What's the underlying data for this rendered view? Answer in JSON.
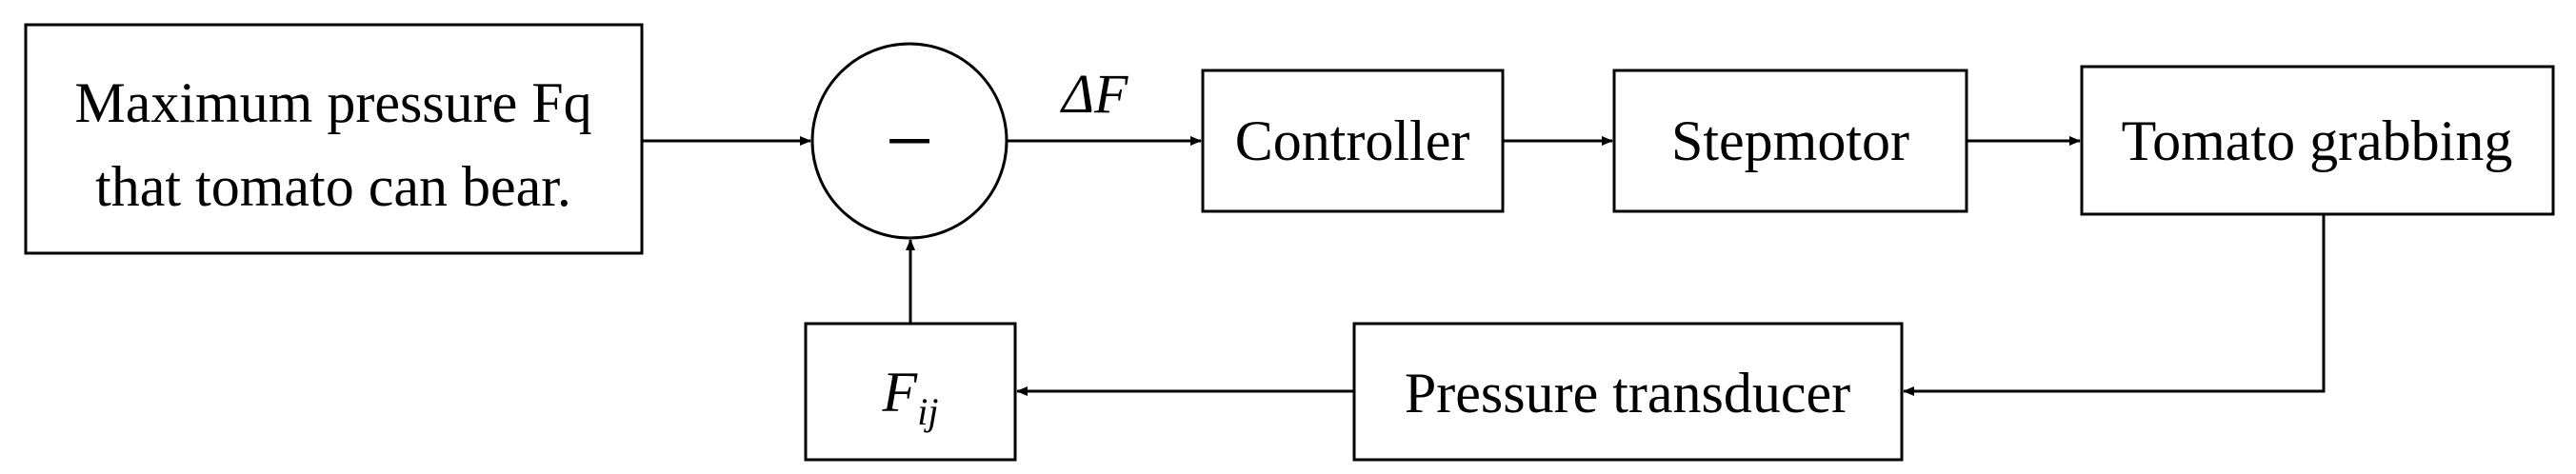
{
  "blocks": {
    "input": {
      "line1": "Maximum pressure Fq",
      "line2": "that tomato can bear."
    },
    "summing_junction": {
      "sign": "−"
    },
    "error_signal": "ΔF",
    "controller": "Controller",
    "stepmotor": "Stepmotor",
    "tomato_grabbing": "Tomato grabbing",
    "pressure_transducer": "Pressure transducer",
    "feedback": {
      "base": "F",
      "subscript": "ij"
    }
  },
  "colors": {
    "stroke": "#000000",
    "background": "#ffffff"
  },
  "icons": {
    "arrowhead": "filled-arrowhead-icon"
  }
}
